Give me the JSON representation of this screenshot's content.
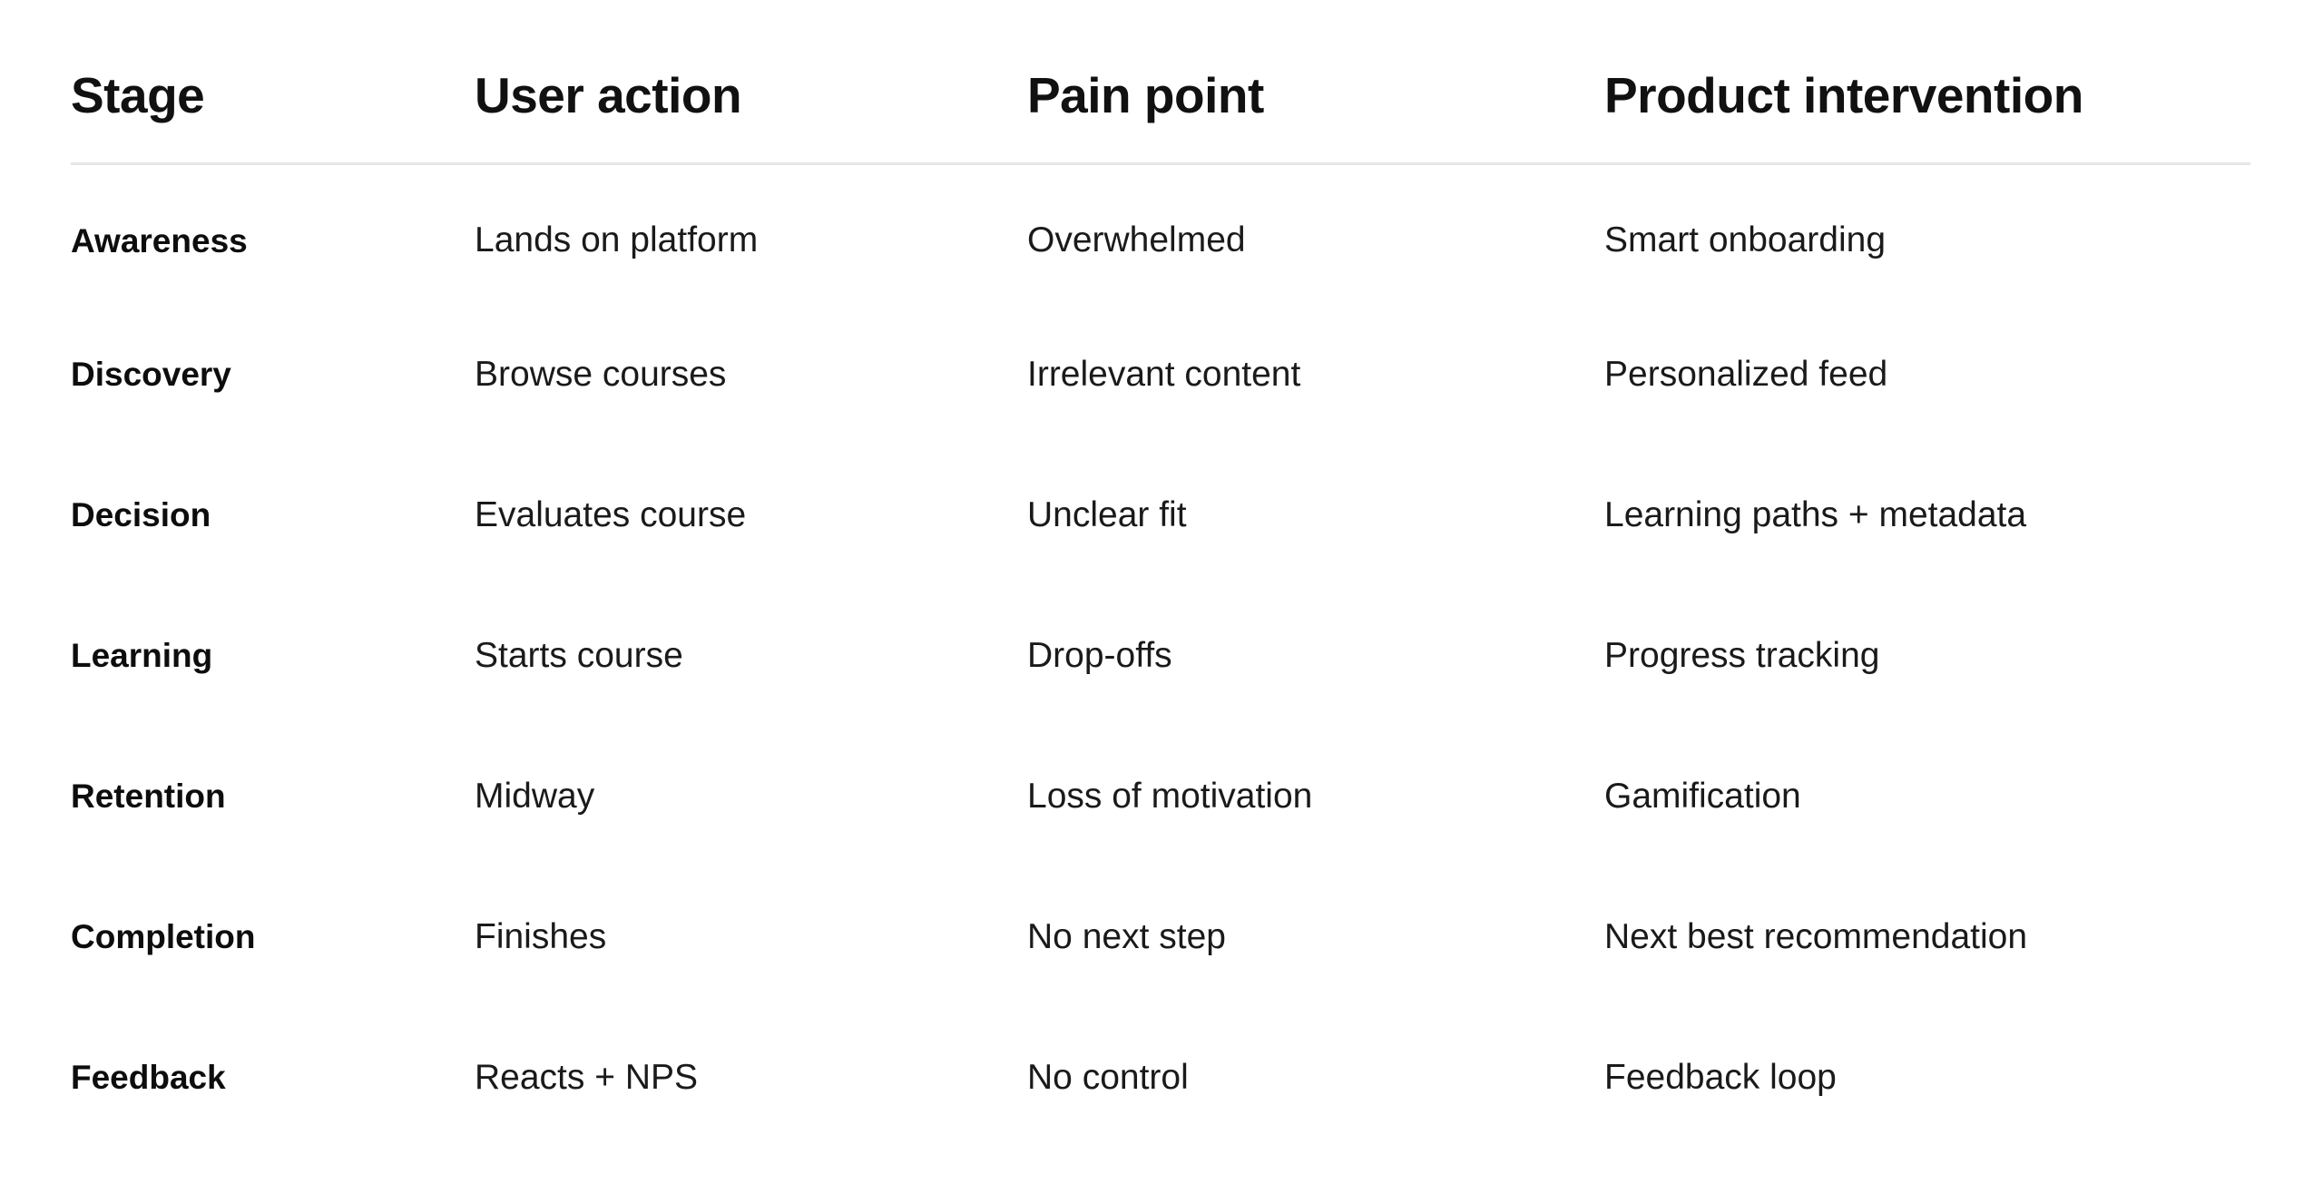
{
  "table": {
    "columns": [
      {
        "key": "stage",
        "label": "Stage"
      },
      {
        "key": "user_action",
        "label": "User action"
      },
      {
        "key": "pain_point",
        "label": "Pain point"
      },
      {
        "key": "product_intervention",
        "label": "Product intervention"
      }
    ],
    "rows": [
      {
        "stage": "Awareness",
        "user_action": "Lands on platform",
        "pain_point": "Overwhelmed",
        "product_intervention": "Smart onboarding"
      },
      {
        "stage": "Discovery",
        "user_action": "Browse courses",
        "pain_point": "Irrelevant content",
        "product_intervention": "Personalized feed"
      },
      {
        "stage": "Decision",
        "user_action": "Evaluates course",
        "pain_point": "Unclear fit",
        "product_intervention": "Learning paths + metadata"
      },
      {
        "stage": "Learning",
        "user_action": "Starts course",
        "pain_point": "Drop-offs",
        "product_intervention": "Progress tracking"
      },
      {
        "stage": "Retention",
        "user_action": "Midway",
        "pain_point": "Loss of motivation",
        "product_intervention": "Gamification"
      },
      {
        "stage": "Completion",
        "user_action": "Finishes",
        "pain_point": "No next step",
        "product_intervention": "Next best recommendation"
      },
      {
        "stage": "Feedback",
        "user_action": "Reacts + NPS",
        "pain_point": "No control",
        "product_intervention": "Feedback loop"
      }
    ]
  },
  "colors": {
    "background": "#ffffff",
    "header_text": "#111111",
    "body_text": "#1a1a1a",
    "divider": "#e6e6e6"
  }
}
